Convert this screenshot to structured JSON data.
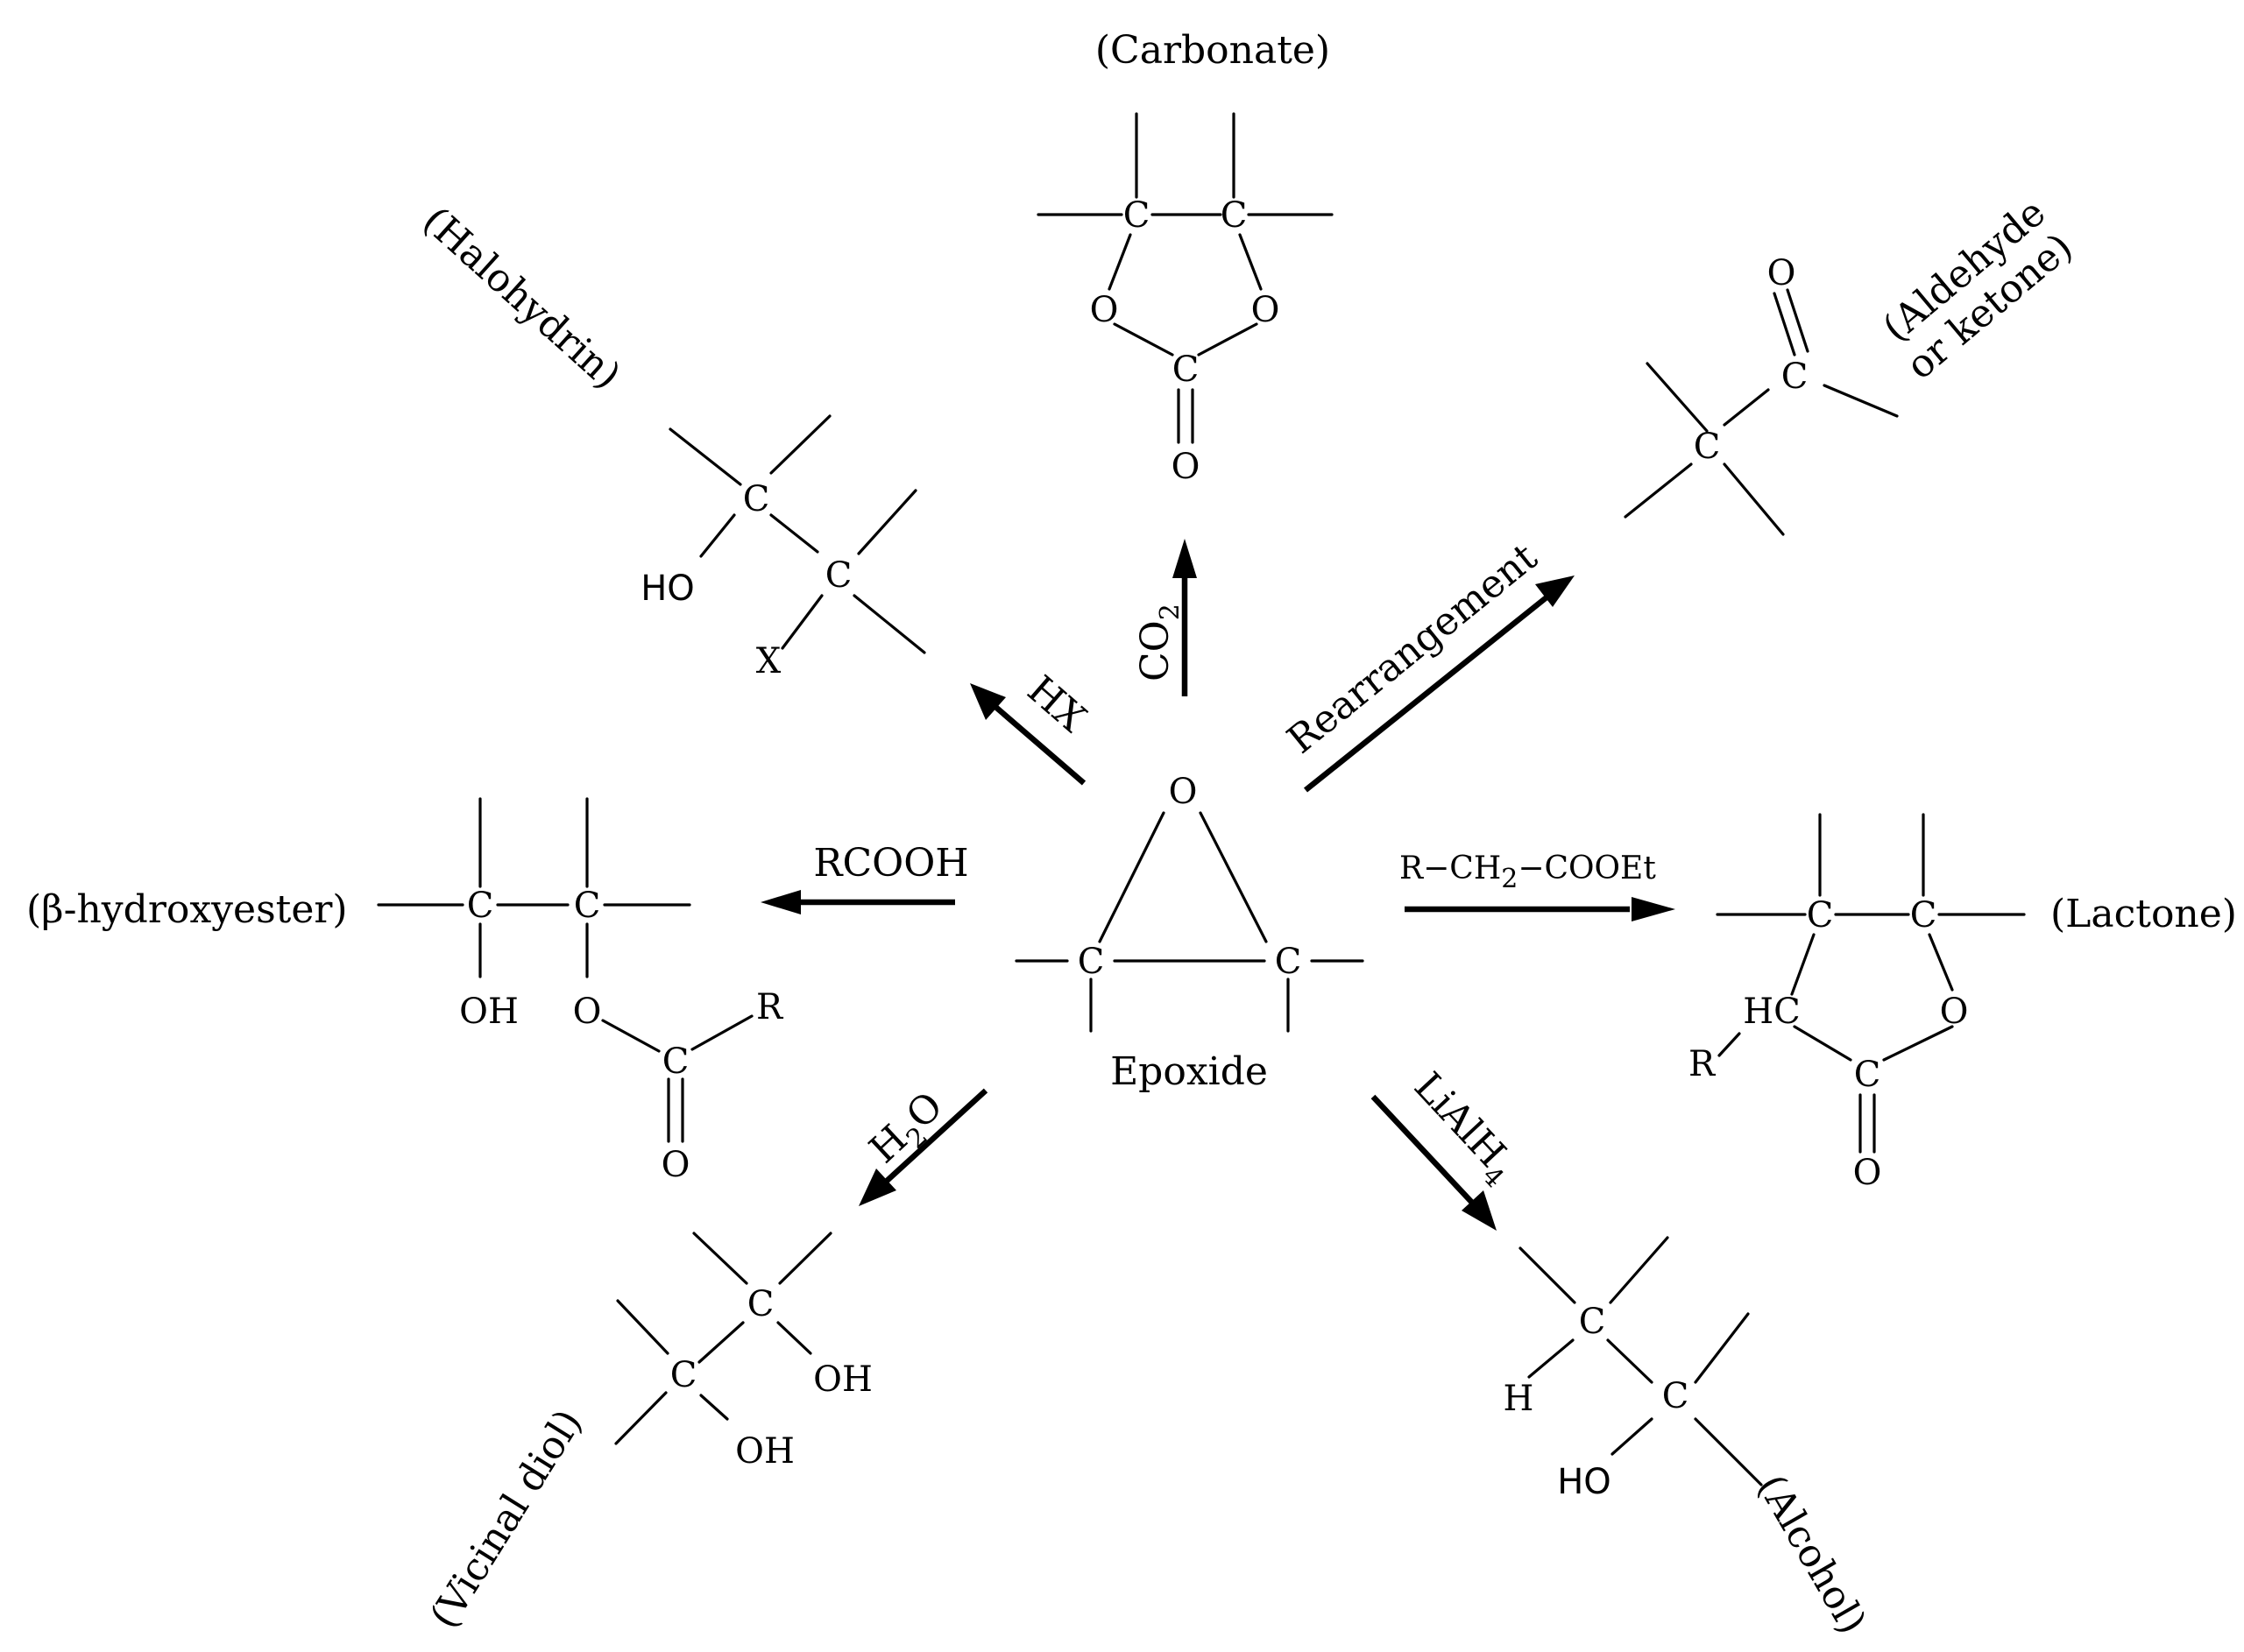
{
  "center": {
    "label": "Epoxide",
    "atoms": {
      "o": "O",
      "c1": "C",
      "c2": "C"
    }
  },
  "carbonate": {
    "label": "(Carbonate)",
    "reagent": {
      "main": "CO",
      "sub": "2"
    },
    "atoms": {
      "c1": "C",
      "c2": "C",
      "o1": "O",
      "o2": "O",
      "c3": "C",
      "o3": "O"
    }
  },
  "aldehyde": {
    "label_line1": "(Aldehyde",
    "label_line2": "or ketone)",
    "reagent": "Rearrangement",
    "atoms": {
      "o": "O",
      "c1": "C",
      "c2": "C"
    }
  },
  "halohydrin": {
    "label": "(Halohydrin)",
    "reagent": "HX",
    "atoms": {
      "c1": "C",
      "c2": "C",
      "ho": "HO",
      "x": "X"
    }
  },
  "hydroxyester": {
    "label": "(β-hydroxyester)",
    "reagent": "RCOOH",
    "atoms": {
      "c1": "C",
      "c2": "C",
      "oh": "OH",
      "o": "O",
      "c3": "C",
      "r": "R",
      "o2": "O"
    }
  },
  "lactone": {
    "label": "(Lactone)",
    "reagent": {
      "part1": "R−CH",
      "sub": "2",
      "part2": "−COOEt"
    },
    "atoms": {
      "c1": "C",
      "c2": "C",
      "hc": "HC",
      "o": "O",
      "c3": "C",
      "o2": "O",
      "r": "R"
    }
  },
  "diol": {
    "label": "(Vicinal diol)",
    "reagent": {
      "h": "H",
      "sub": "2",
      "o": "O"
    },
    "atoms": {
      "c1": "C",
      "c2": "C",
      "oh1": "OH",
      "oh2": "OH"
    }
  },
  "alcohol": {
    "label": "(Alcohol)",
    "reagent": {
      "main": "LiAlH",
      "sub": "4"
    },
    "atoms": {
      "c1": "C",
      "c2": "C",
      "h": "H",
      "ho": "HO"
    }
  }
}
